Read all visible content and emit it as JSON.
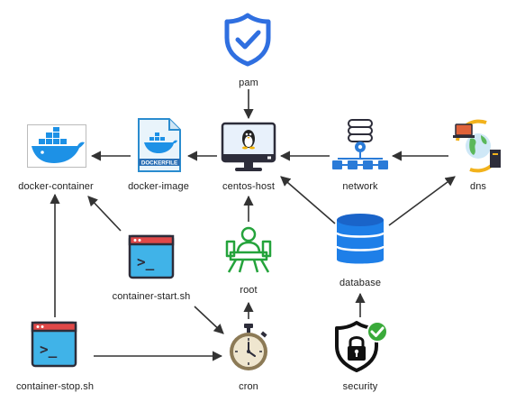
{
  "diagram": {
    "nodes": {
      "pam": {
        "label": "pam",
        "icon": "shield-check-icon"
      },
      "docker_container": {
        "label": "docker-container",
        "icon": "docker-whale-icon"
      },
      "docker_image": {
        "label": "docker-image",
        "icon": "dockerfile-icon",
        "icon_text": "DOCKERFILE"
      },
      "centos_host": {
        "label": "centos-host",
        "icon": "monitor-linux-icon"
      },
      "network": {
        "label": "network",
        "icon": "network-server-icon"
      },
      "dns": {
        "label": "dns",
        "icon": "dns-globe-icon"
      },
      "container_start": {
        "label": "container-start.sh",
        "icon": "terminal-icon",
        "icon_text": ">_"
      },
      "root": {
        "label": "root",
        "icon": "root-user-icon"
      },
      "database": {
        "label": "database",
        "icon": "database-icon"
      },
      "container_stop": {
        "label": "container-stop.sh",
        "icon": "terminal-icon",
        "icon_text": ">_"
      },
      "cron": {
        "label": "cron",
        "icon": "stopwatch-icon"
      },
      "security": {
        "label": "security",
        "icon": "padlock-shield-icon"
      }
    },
    "edges": [
      {
        "from": "pam",
        "to": "centos_host"
      },
      {
        "from": "network",
        "to": "centos_host"
      },
      {
        "from": "dns",
        "to": "network"
      },
      {
        "from": "docker_image",
        "to": "docker_container"
      },
      {
        "from": "centos_host",
        "to": "docker_image"
      },
      {
        "from": "container_start",
        "to": "docker_image"
      },
      {
        "from": "root",
        "to": "centos_host"
      },
      {
        "from": "database",
        "to": "centos_host"
      },
      {
        "from": "database",
        "to": "dns"
      },
      {
        "from": "container_stop",
        "to": "docker_container"
      },
      {
        "from": "container_start",
        "to": "cron"
      },
      {
        "from": "container_stop",
        "to": "cron"
      },
      {
        "from": "cron",
        "to": "root"
      },
      {
        "from": "security",
        "to": "database"
      }
    ],
    "colors": {
      "edge": "#333333",
      "docker_blue": "#1d91e6",
      "shield_blue": "#2f6fe0",
      "root_green": "#24a33b",
      "db_blue": "#1e7fe8",
      "terminal_blue": "#40b3e8",
      "terminal_bar": "#e04848",
      "check_green": "#3aaa3a"
    }
  }
}
